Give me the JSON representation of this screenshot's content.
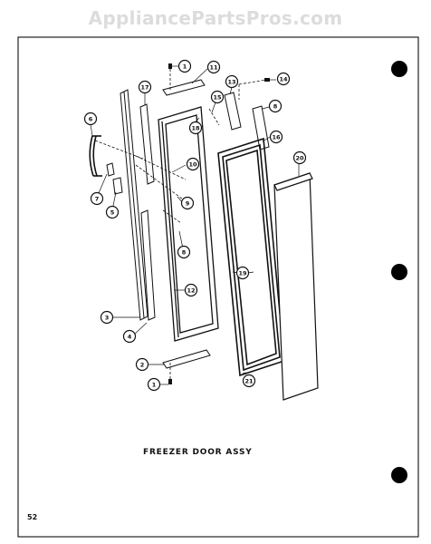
{
  "watermark": "AppliancePartsPros.com",
  "caption": "FREEZER DOOR ASSY",
  "page_number": "52",
  "callouts": [
    "1",
    "11",
    "13",
    "14",
    "6",
    "17",
    "15",
    "8",
    "10",
    "18",
    "16",
    "7",
    "9",
    "20",
    "5",
    "8",
    "10",
    "19",
    "12",
    "3",
    "4",
    "2",
    "21",
    "1"
  ]
}
